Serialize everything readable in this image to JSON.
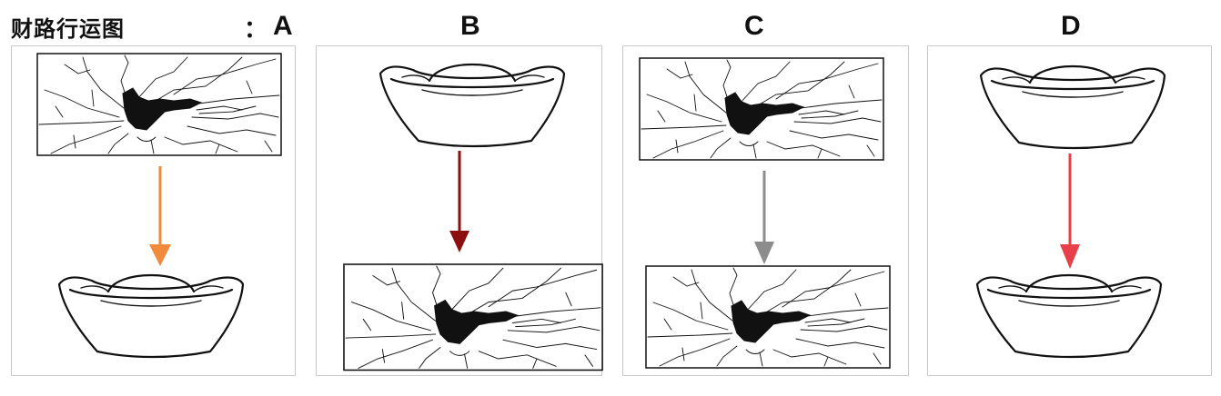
{
  "header": {
    "title": "财路行运图",
    "colon": "：",
    "options": [
      "A",
      "B",
      "C",
      "D"
    ]
  },
  "panels": [
    {
      "option": "A",
      "top": "cracked-wall",
      "bottom": "gold-ingot",
      "arrow_color": "#f08a3c"
    },
    {
      "option": "B",
      "top": "gold-ingot",
      "bottom": "cracked-wall",
      "arrow_color": "#8b0f0f"
    },
    {
      "option": "C",
      "top": "cracked-wall",
      "bottom": "cracked-wall",
      "arrow_color": "#8c8c8c"
    },
    {
      "option": "D",
      "top": "gold-ingot",
      "bottom": "gold-ingot",
      "arrow_color": "#e8404a"
    }
  ]
}
